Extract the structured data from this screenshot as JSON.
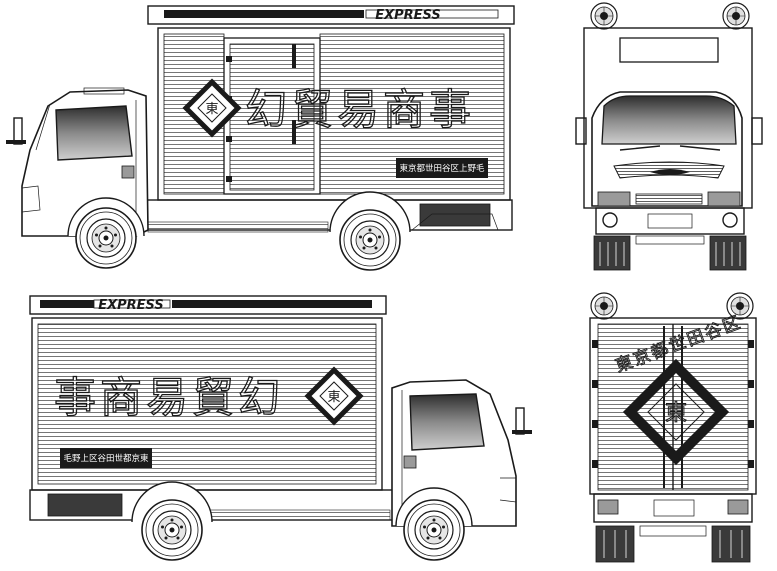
{
  "side_view_right": {
    "express_label": "EXPRESS",
    "company_name": "幻貿易商事",
    "diamond_mark": "東",
    "address_plate": "東京都世田谷区上野毛"
  },
  "side_view_left": {
    "express_label": "EXPRESS",
    "company_name": "事商易貿幻",
    "diamond_mark": "東",
    "address_plate": "毛野上区谷田世都京東"
  },
  "front_view": {},
  "rear_view": {
    "vertical_text": "東京都世田谷区",
    "diamond_mark": "東"
  }
}
